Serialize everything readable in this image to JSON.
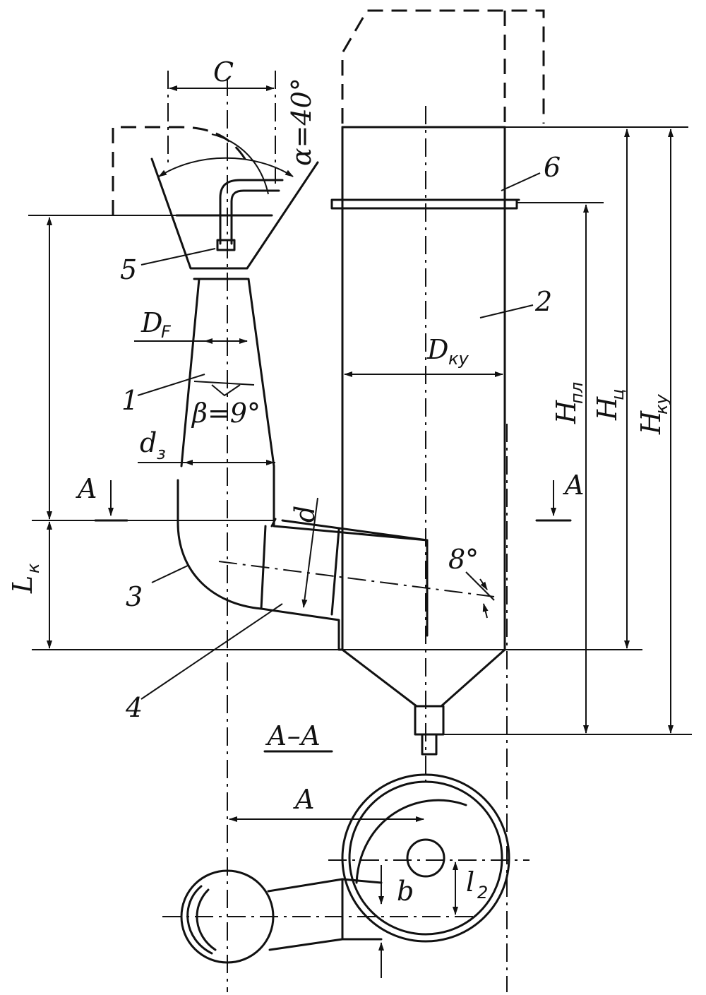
{
  "labels": {
    "c": "C",
    "alpha": "α=40°",
    "six": "6",
    "five": "5",
    "two": "2",
    "df_main": "D",
    "df_sub": "F",
    "dky_main": "D",
    "dky_sub": "ку",
    "one": "1",
    "beta": "β=9°",
    "dz_main": "d",
    "dz_sub": "з",
    "a_left": "A",
    "a_right": "A",
    "d_letter": "d",
    "eight": "8°",
    "lk_main": "L",
    "lk_sub": "к",
    "three": "3",
    "four": "4",
    "hpl_main": "H",
    "hpl_sub": "пл",
    "hc_main": "H",
    "hc_sub": "ц",
    "hky_main": "H",
    "hky_sub": "ку",
    "section": "А–А",
    "a_dim": "A",
    "b": "b",
    "l2_main": "l",
    "l2_sub": "2"
  }
}
